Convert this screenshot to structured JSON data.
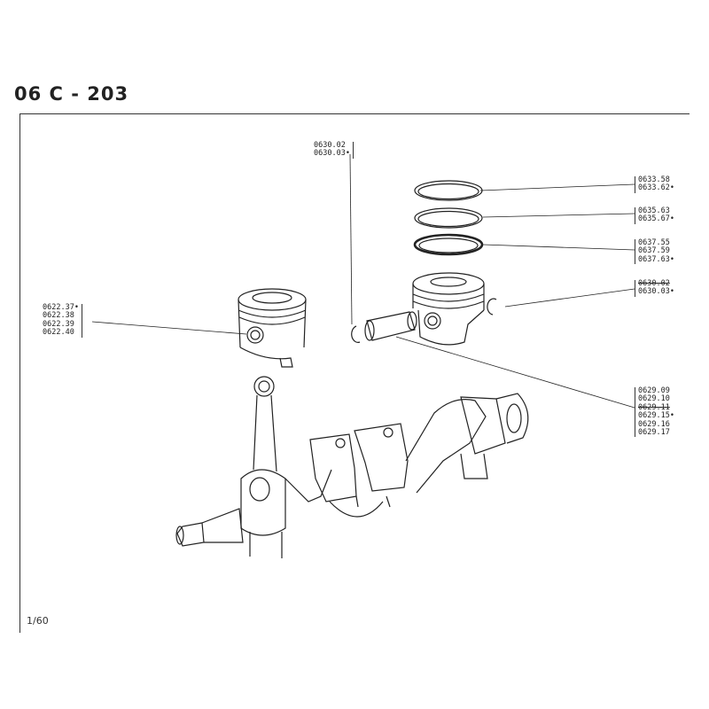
{
  "document": {
    "title": "06 C - 203",
    "page_number": "1/60"
  },
  "callouts": {
    "pin_clips": [
      "0630.02",
      "0630.03•"
    ],
    "top_ring": [
      "0633.58",
      "0633.62•"
    ],
    "second_ring": [
      "0635.63",
      "0635.67•"
    ],
    "oil_ring": [
      "0637.55",
      "0637.59",
      "0637.63•"
    ],
    "circlip": [
      "0630.02",
      "0630.03•"
    ],
    "piston_assembly": [
      "0622.37•",
      "0622.38",
      "0622.39",
      "0622.40"
    ],
    "gudgeon_pin": [
      "0629.09",
      "0629.10",
      "0629.11",
      "0629.15•",
      "0629.16",
      "0629.17"
    ]
  },
  "colors": {
    "ink": "#222222",
    "paper": "#ffffff"
  }
}
